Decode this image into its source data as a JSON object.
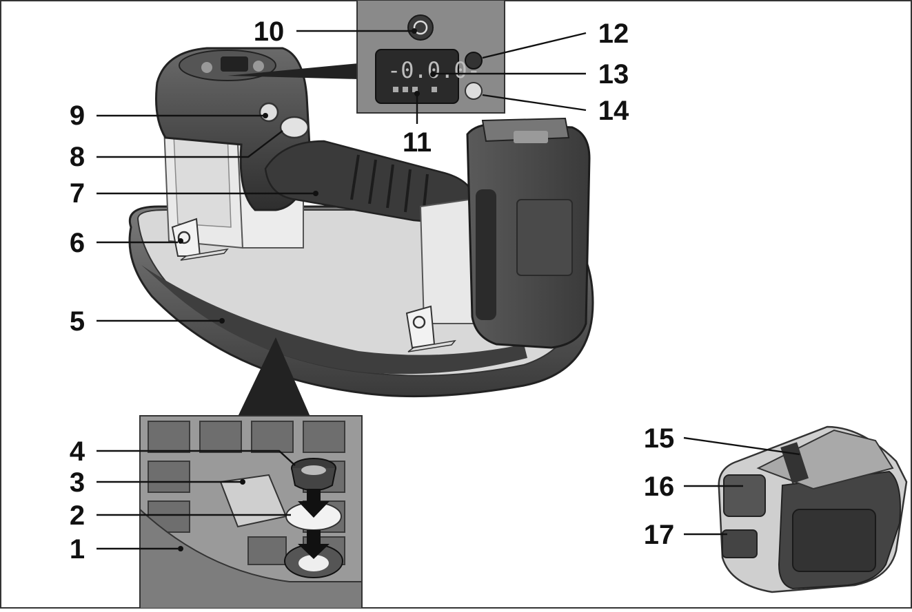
{
  "figure": {
    "callouts": [
      {
        "id": "1",
        "text": "1"
      },
      {
        "id": "2",
        "text": "2"
      },
      {
        "id": "3",
        "text": "3"
      },
      {
        "id": "4",
        "text": "4"
      },
      {
        "id": "5",
        "text": "5"
      },
      {
        "id": "6",
        "text": "6"
      },
      {
        "id": "7",
        "text": "7"
      },
      {
        "id": "8",
        "text": "8"
      },
      {
        "id": "9",
        "text": "9"
      },
      {
        "id": "10",
        "text": "10"
      },
      {
        "id": "11",
        "text": "11"
      },
      {
        "id": "12",
        "text": "12"
      },
      {
        "id": "13",
        "text": "13"
      },
      {
        "id": "14",
        "text": "14"
      },
      {
        "id": "15",
        "text": "15"
      },
      {
        "id": "16",
        "text": "16"
      },
      {
        "id": "17",
        "text": "17"
      }
    ],
    "display_readout": "-0.0.0-"
  }
}
